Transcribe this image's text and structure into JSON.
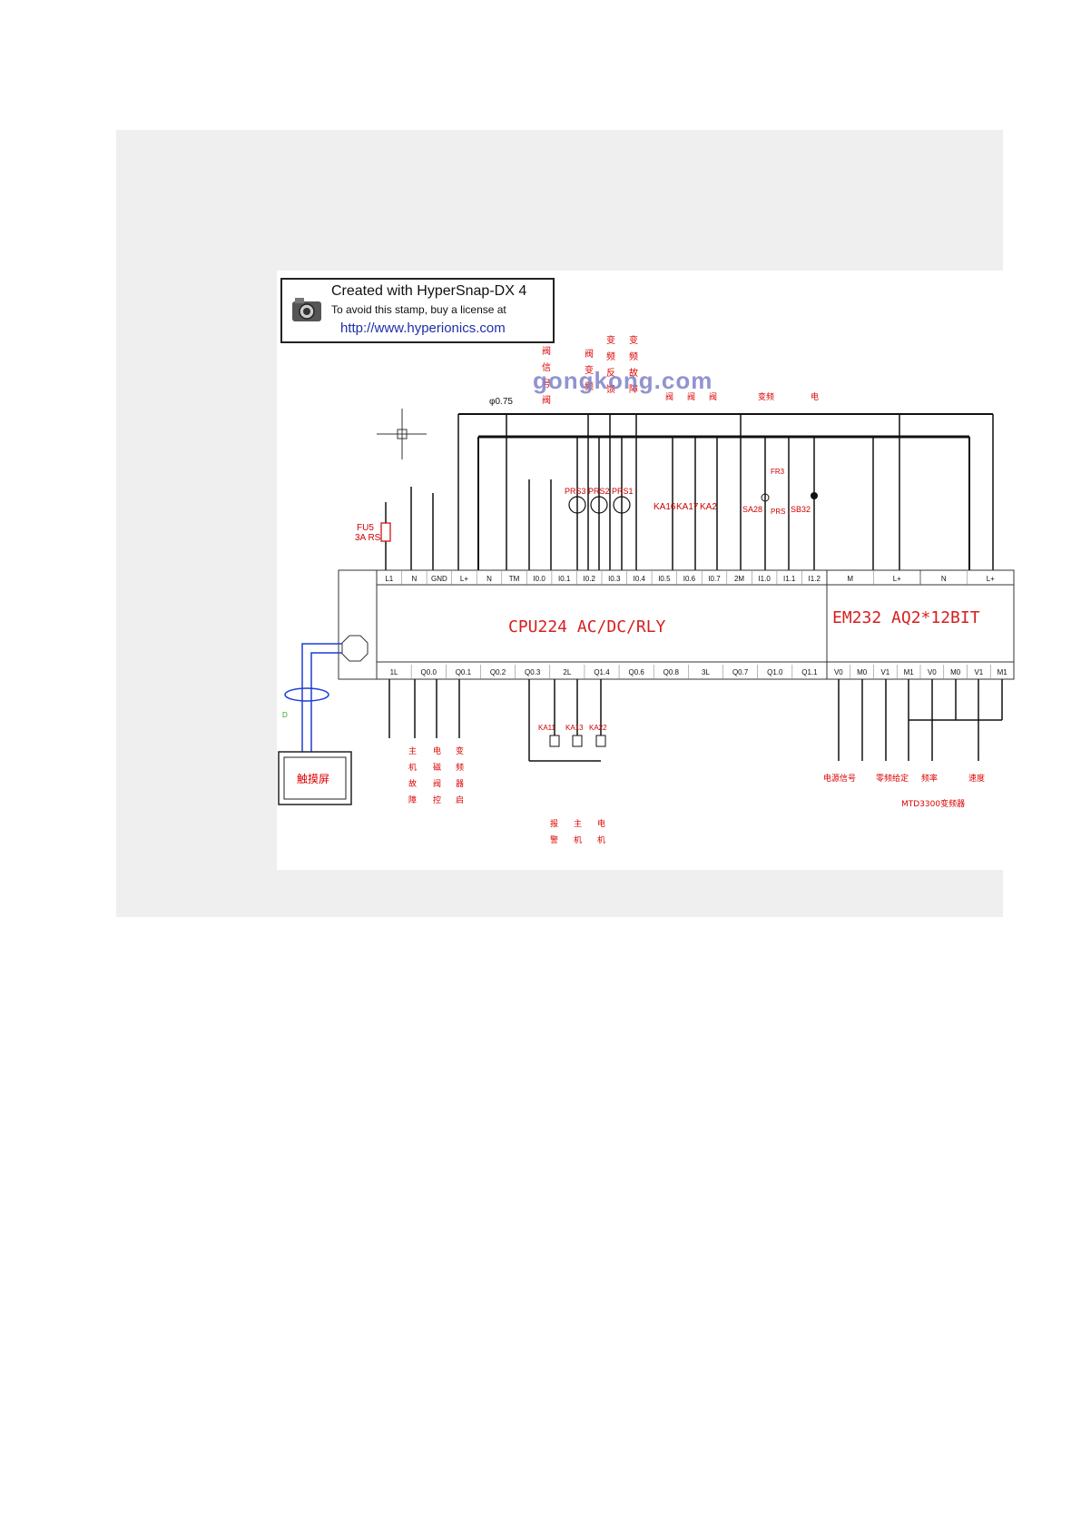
{
  "stamp": {
    "line1": "Created with HyperSnap-DX 4",
    "line2": "To avoid this stamp, buy a license at",
    "line3": "http://www.hyperionics.com"
  },
  "watermark": "gongkong.com",
  "cpu": {
    "label": "CPU224 AC/DC/RLY",
    "top_terminals": [
      "L1",
      "N",
      "GND",
      "L+",
      "N",
      "TM",
      "I0.0",
      "I0.1",
      "I0.2",
      "I0.3",
      "I0.4",
      "I0.5",
      "I0.6",
      "I0.7",
      "2M",
      "I1.0",
      "I1.1",
      "I1.2"
    ],
    "bottom_terminals": [
      "1L",
      "Q0.0",
      "Q0.1",
      "Q0.2",
      "Q0.3",
      "2L",
      "Q1.4",
      "Q0.6",
      "Q0.8",
      "3L",
      "Q0.7",
      "Q1.0",
      "Q1.1"
    ]
  },
  "em": {
    "label": "EM232 AQ2*12BIT",
    "top_terminals": [
      "M",
      "L+",
      "N",
      "L+"
    ],
    "bottom_terminals": [
      "V0",
      "M0",
      "V1",
      "M1",
      "V0",
      "M0",
      "V1",
      "M1"
    ]
  },
  "components": {
    "fuse": "FU5\n3A RS",
    "pressure": [
      "PRS3",
      "PRS2",
      "PRS1"
    ],
    "relay_contacts": [
      "KA16",
      "KA17",
      "KA2"
    ],
    "switches": [
      "SA28",
      "FR3",
      "PRS",
      "SB32"
    ],
    "coils": [
      "KA11",
      "KA13",
      "KA22"
    ],
    "wire_size": "φ0.75",
    "touchscreen": "触摸屏",
    "model_note": "MTD3300变频器"
  },
  "labels": {
    "top_chinese": [
      "阀",
      "阀",
      "阀",
      "变频",
      "电"
    ],
    "bottom_chinese": [
      "电源信号",
      "零频给定",
      "频率",
      "速度"
    ]
  }
}
